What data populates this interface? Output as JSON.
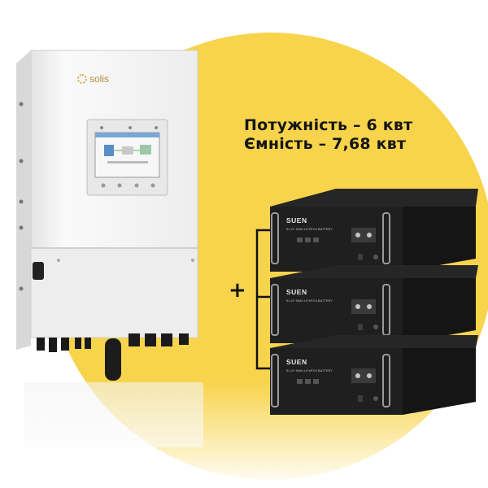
{
  "specs": {
    "power": "Потужність –  6 квт",
    "capacity": "Ємність – 7,68 квт"
  },
  "plus_sign": "+",
  "inverter": {
    "brand": "solis"
  },
  "batteries": [
    {
      "label": "SUEN",
      "subtitle": "51.2V 50Ah LiFePO4 BATTERY"
    },
    {
      "label": "SUEN",
      "subtitle": "51.2V 50Ah LiFePO4 BATTERY"
    },
    {
      "label": "SUEN",
      "subtitle": "51.2V 50Ah LiFePO4 BATTERY"
    }
  ],
  "colors": {
    "accent_circle": "#f8d44c",
    "inverter_body": "#f5f5f5",
    "battery_body": "#1f1f1f"
  }
}
